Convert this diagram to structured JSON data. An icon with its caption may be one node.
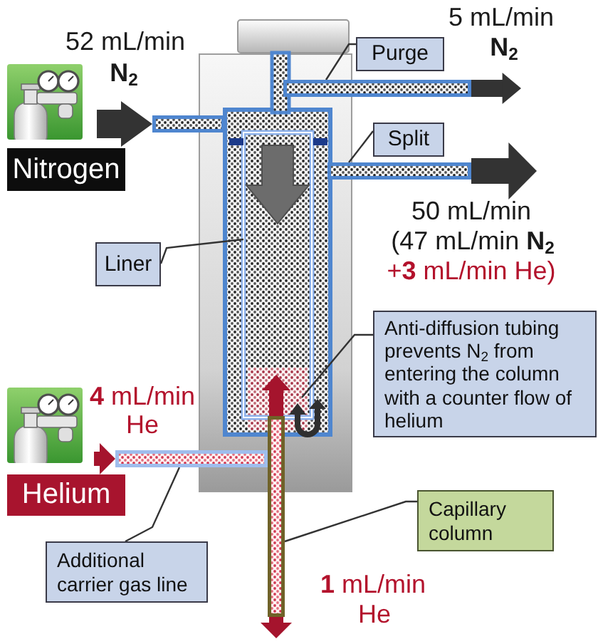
{
  "diagram": {
    "nodes": [
      {
        "text": [
          "Nitrogen"
        ]
      },
      {
        "text": [
          "Purge"
        ]
      },
      {
        "text": [
          "Split"
        ]
      },
      {
        "text": [
          "Liner"
        ]
      },
      {
        "text": [
          "Anti-diffusion tubing prevents N$_{2}$ from entering the column with a counter flow of helium"
        ]
      },
      {
        "text": [
          "Helium"
        ]
      },
      {
        "text": [
          "Capillary column"
        ]
      },
      {
        "text": [
          "Additional carrier gas line"
        ]
      },
      {
        "text": [],
        "shape": "bar"
      },
      {
        "text": [],
        "shape": "bar"
      },
      {
        "text": [],
        "shape": "bar"
      },
      {
        "text": [],
        "shape": "bar"
      },
      {
        "text": [],
        "shape": "bar"
      }
    ],
    "edges": [
      {
        "from": 1,
        "to": 8,
        "arrow": "none"
      },
      {
        "from": 2,
        "to": 9,
        "arrow": "none"
      },
      {
        "from": 3,
        "to": null,
        "arrow": "none"
      },
      {
        "from": 4,
        "to": null,
        "arrow": "none"
      },
      {
        "from": 6,
        "to": 11,
        "arrow": "none"
      },
      {
        "from": 7,
        "to": 10,
        "arrow": "none"
      },
      {
        "from": 0,
        "to": 12,
        "arrow": "to",
        "style": "thick"
      },
      {
        "from": 8,
        "to": null,
        "arrow": "to",
        "style": "thick"
      },
      {
        "from": 9,
        "to": null,
        "arrow": "to",
        "style": "thick"
      },
      {
        "from": 5,
        "to": 10,
        "arrow": "to",
        "style": "thick",
        "color": "#a5142d"
      },
      {
        "from": 11,
        "to": null,
        "arrow": "to",
        "style": "thick",
        "color": "#a5142d"
      },
      {
        "from": 11,
        "to": null,
        "arrow": "to",
        "style": "thick",
        "color": "#a5142d"
      }
    ],
    "labels": [
      "52 mL/min",
      "N$_{2}$",
      "5 mL/min",
      "N$_{2}$",
      "50 mL/min",
      "(47 mL/min **N$_{2}$**",
      "+**3** mL/min He)",
      "**4** mL/min",
      "He",
      "**1** mL/min",
      "He"
    ]
  }
}
